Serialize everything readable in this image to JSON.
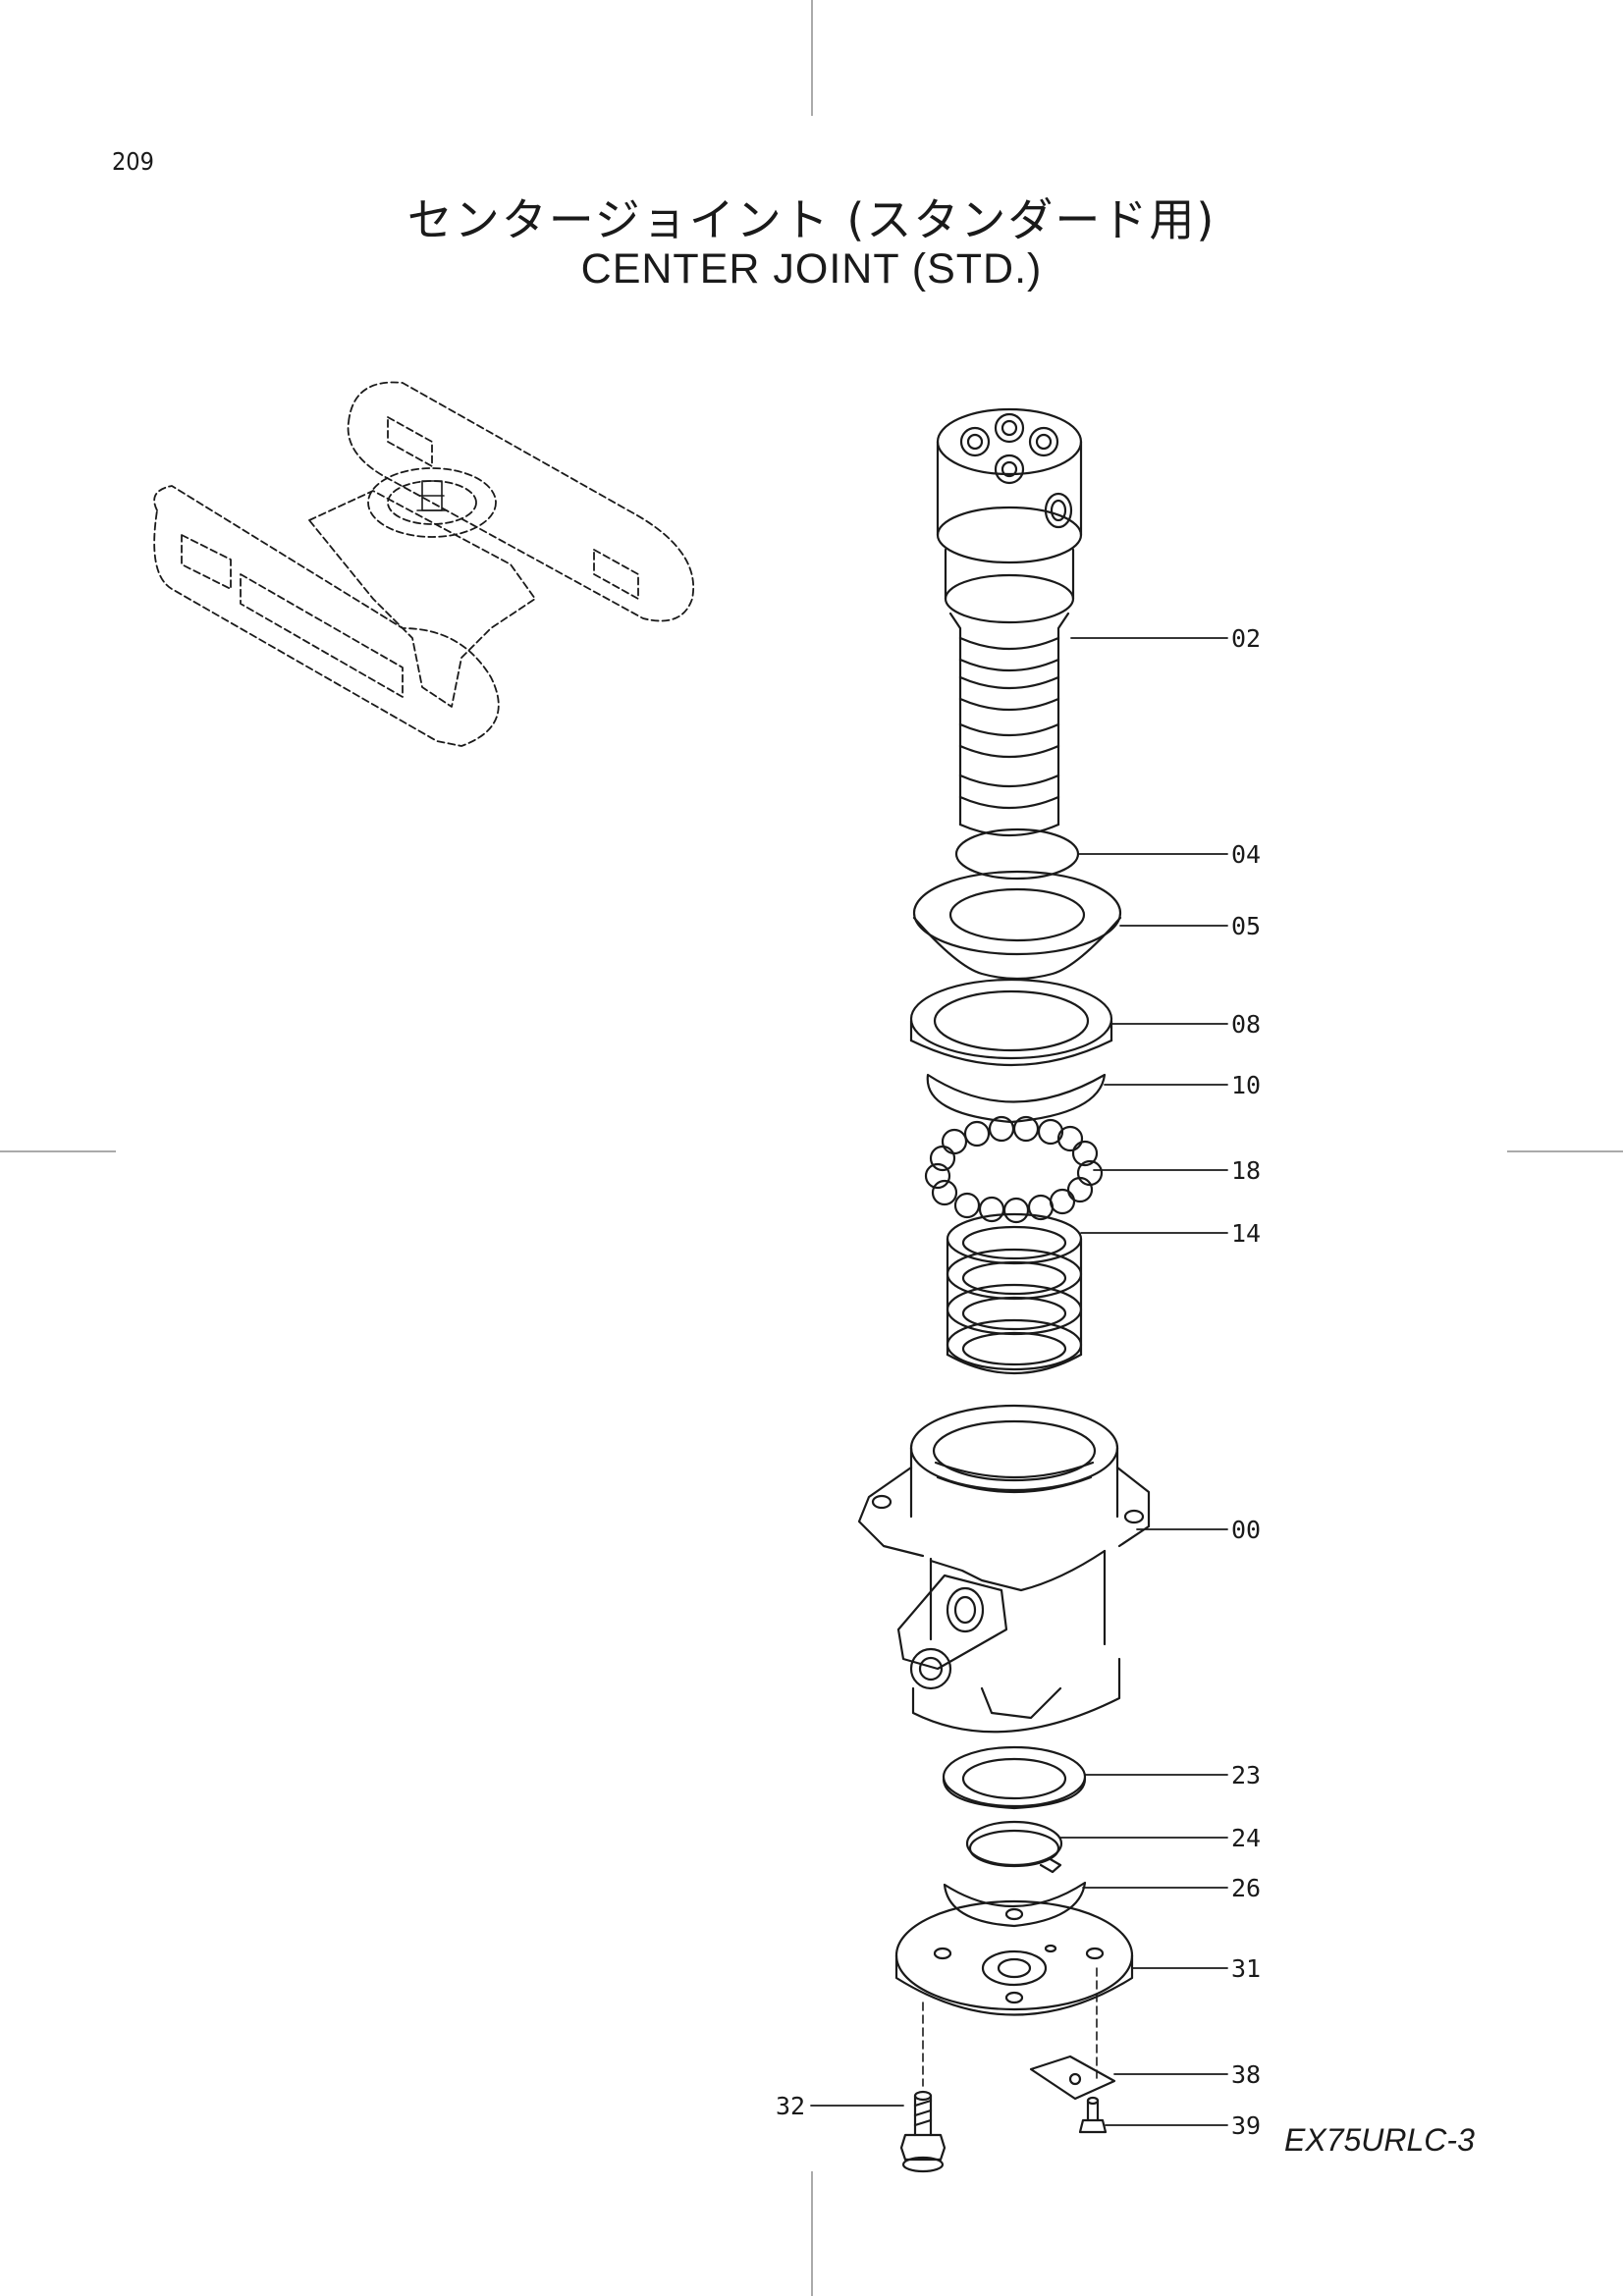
{
  "page_number": "209",
  "title_jp": "センタージョイント (スタンダード用)",
  "title_en": "CENTER JOINT (STD.)",
  "model": "EX75URLC-3",
  "callouts": [
    {
      "label": "02"
    },
    {
      "label": "04"
    },
    {
      "label": "05"
    },
    {
      "label": "08"
    },
    {
      "label": "10"
    },
    {
      "label": "18"
    },
    {
      "label": "14"
    },
    {
      "label": "00"
    },
    {
      "label": "23"
    },
    {
      "label": "24"
    },
    {
      "label": "26"
    },
    {
      "label": "31"
    },
    {
      "label": "38"
    },
    {
      "label": "39"
    },
    {
      "label": "32"
    }
  ]
}
